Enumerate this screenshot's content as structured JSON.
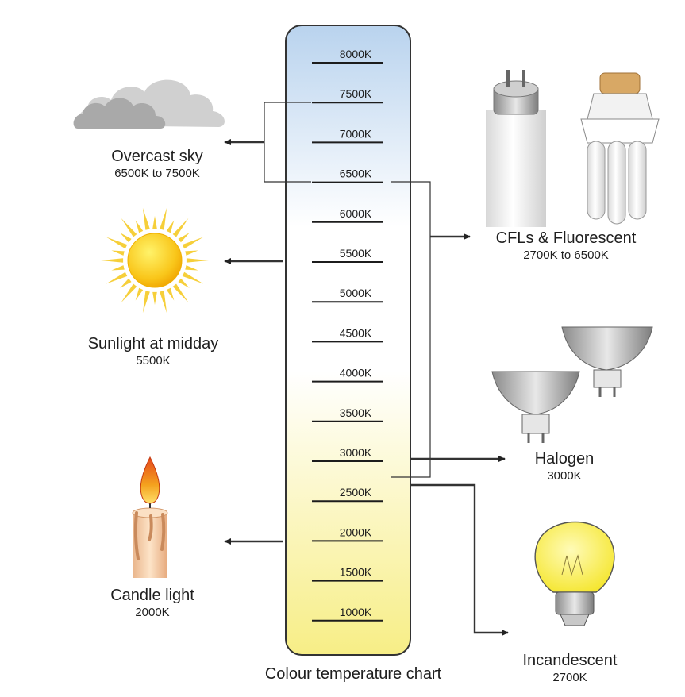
{
  "scale": {
    "ticks": [
      "8000K",
      "7500K",
      "7000K",
      "6500K",
      "6000K",
      "5500K",
      "5000K",
      "4500K",
      "4000K",
      "3500K",
      "3000K",
      "2500K",
      "2000K",
      "1500K",
      "1000K"
    ],
    "caption": "Colour temperature chart"
  },
  "sources": [
    {
      "name": "Overcast sky",
      "range": "6500K to 7500K",
      "icon": "cloud-icon"
    },
    {
      "name": "Sunlight at midday",
      "range": "5500K",
      "icon": "sun-icon"
    },
    {
      "name": "Candle light",
      "range": "2000K",
      "icon": "candle-icon"
    },
    {
      "name": "CFLs & Fluorescent",
      "range": "2700K to 6500K",
      "icon": "fluorescent-bulbs-icon"
    },
    {
      "name": "Halogen",
      "range": "3000K",
      "icon": "halogen-bulbs-icon"
    },
    {
      "name": "Incandescent",
      "range": "2700K",
      "icon": "incandescent-bulb-icon"
    }
  ],
  "colors": {
    "cool": "#b9d3ee",
    "neutral": "#ffffff",
    "warm": "#f7ee86"
  }
}
